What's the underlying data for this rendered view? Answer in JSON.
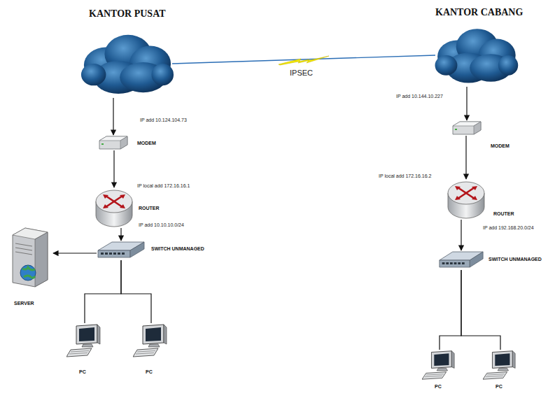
{
  "diagram": {
    "nodes": [
      {
        "text": [
          "KANTOR PUSAT"
        ]
      },
      {
        "text": [
          "KANTOR CABANG"
        ]
      },
      {
        "text": [
          "MODEM"
        ]
      },
      {
        "text": [
          "MODEM"
        ]
      },
      {
        "text": [
          "ROUTER"
        ]
      },
      {
        "text": [
          "ROUTER"
        ]
      },
      {
        "text": [
          "SWITCH UNMANAGED"
        ]
      },
      {
        "text": [
          "SERVER"
        ]
      },
      {
        "text": [
          "SWITCH UNMANAGED"
        ]
      },
      {
        "text": [
          "PC"
        ]
      },
      {
        "text": [
          "PC"
        ]
      },
      {
        "text": [
          "PC"
        ]
      },
      {
        "text": [
          "PC"
        ]
      }
    ],
    "edges": [
      {
        "from": 0,
        "to": 2,
        "arrow": "to"
      },
      {
        "from": 1,
        "to": 3,
        "arrow": "to"
      },
      {
        "from": 2,
        "to": 4,
        "arrow": "to"
      },
      {
        "from": 3,
        "to": 5,
        "arrow": "to"
      },
      {
        "from": 4,
        "to": 6,
        "arrow": "to"
      },
      {
        "from": 5,
        "to": 8,
        "arrow": "to"
      },
      {
        "from": 6,
        "to": 7,
        "arrow": "to"
      },
      {
        "from": 6,
        "to": 9,
        "arrow": "none"
      },
      {
        "from": 6,
        "to": 10,
        "arrow": "none"
      },
      {
        "from": 8,
        "to": 11,
        "arrow": "none"
      },
      {
        "from": 8,
        "to": 12,
        "arrow": "none"
      },
      {
        "from": 0,
        "to": 1,
        "label": "IPSEC",
        "arrow": "none"
      }
    ],
    "labels": [
      "IP add 10.124.104.73",
      "IP local add 172.16.16.1",
      "IP add 10.10.10.0/24",
      "IP add 10.144.10.227",
      "IP local add 172.16.16.2",
      "IP add 192.168.20.0/24"
    ]
  }
}
